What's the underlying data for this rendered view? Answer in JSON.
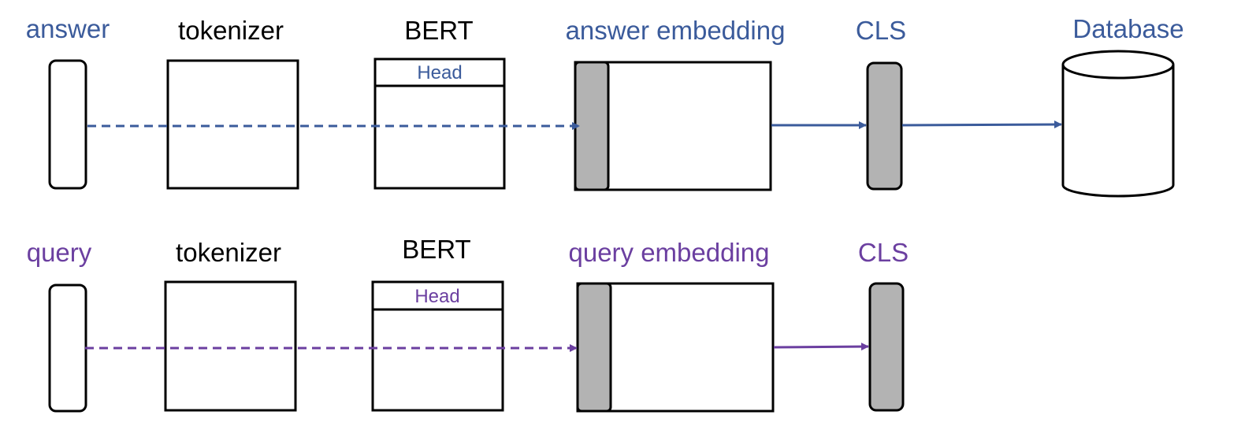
{
  "colors": {
    "answer": "#3B5B9B",
    "query": "#6B3FA0",
    "stroke": "#000000",
    "cls_fill": "#B3B3B3",
    "background": "#FFFFFF"
  },
  "rows": {
    "answer": {
      "input_label": "answer",
      "tokenizer_label": "tokenizer",
      "bert_label": "BERT",
      "head_label": "Head",
      "embedding_label": "answer embedding",
      "cls_label": "CLS",
      "database_label": "Database"
    },
    "query": {
      "input_label": "query",
      "tokenizer_label": "tokenizer",
      "bert_label": "BERT",
      "head_label": "Head",
      "embedding_label": "query embedding",
      "cls_label": "CLS"
    }
  }
}
